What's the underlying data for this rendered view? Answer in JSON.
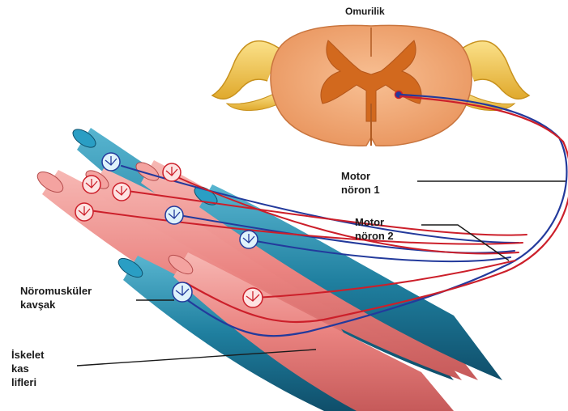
{
  "labels": {
    "spinal_cord": "Omurilik",
    "motor_neuron_1": [
      "Motor",
      "nöron 1"
    ],
    "motor_neuron_2": [
      "Motor",
      "nöron 2"
    ],
    "neuromuscular_junction": [
      "Nöromusküler",
      "kavşak"
    ],
    "skeletal_muscle_fibers": [
      "İskelet",
      "kas",
      "lifleri"
    ]
  },
  "colors": {
    "background": "#ffffff",
    "spinal_white_matter": "#f2ad78",
    "spinal_gray_matter": "#d2691e",
    "nerve_root": "#f0c24a",
    "muscle_fiber_pink": "#ee8a88",
    "muscle_fiber_blue": "#1f7f9f",
    "neuron_1": "#cc1f2a",
    "neuron_2": "#233a9c",
    "leader_line": "#1a1a1a"
  }
}
